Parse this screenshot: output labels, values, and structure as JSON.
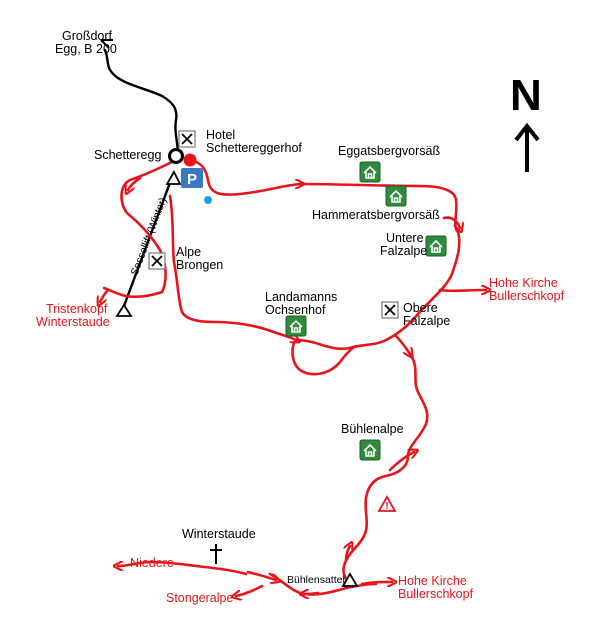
{
  "north": {
    "letter": "N"
  },
  "start": {
    "road_line1": "Großdorf",
    "road_line2": "Egg, B 200",
    "place": "Schetteregg",
    "parking": "P"
  },
  "places": {
    "hotel_line1": "Hotel",
    "hotel_line2": "Schettereggerhof",
    "eggatsberg": "Eggatsbergvorsäß",
    "hammeratsberg": "Hammeratsbergvorsäß",
    "untere_line1": "Untere",
    "untere_line2": "Falzalpe",
    "obere_line1": "Obere",
    "obere_line2": "Falzalpe",
    "brongen_line1": "Alpe",
    "brongen_line2": "Brongen",
    "landamanns_line1": "Landamanns",
    "landamanns_line2": "Ochsenhof",
    "buehlenalpe": "Bühlenalpe",
    "winterstaude_summit": "Winterstaude",
    "buehlensattel": "Bühlensattel"
  },
  "lift": {
    "label": "Sessellift (Winter)"
  },
  "destinations": {
    "tristen_line1": "Tristenkopf",
    "tristen_line2": "Winterstaude",
    "hohe_kirche_line1": "Hohe Kirche",
    "hohe_kirche_line2": "Bullerschkopf",
    "niedere": "Niedere",
    "stongeralpe": "Stongeralpe",
    "hohe_kirche_b_line1": "Hohe Kirche",
    "hohe_kirche_b_line2": "Bullerschkopf"
  },
  "colors": {
    "route": "#e8141b",
    "road": "#000000",
    "hut": "#2e8b3c",
    "parking": "#3a78c3",
    "water": "#1ea0e8"
  }
}
